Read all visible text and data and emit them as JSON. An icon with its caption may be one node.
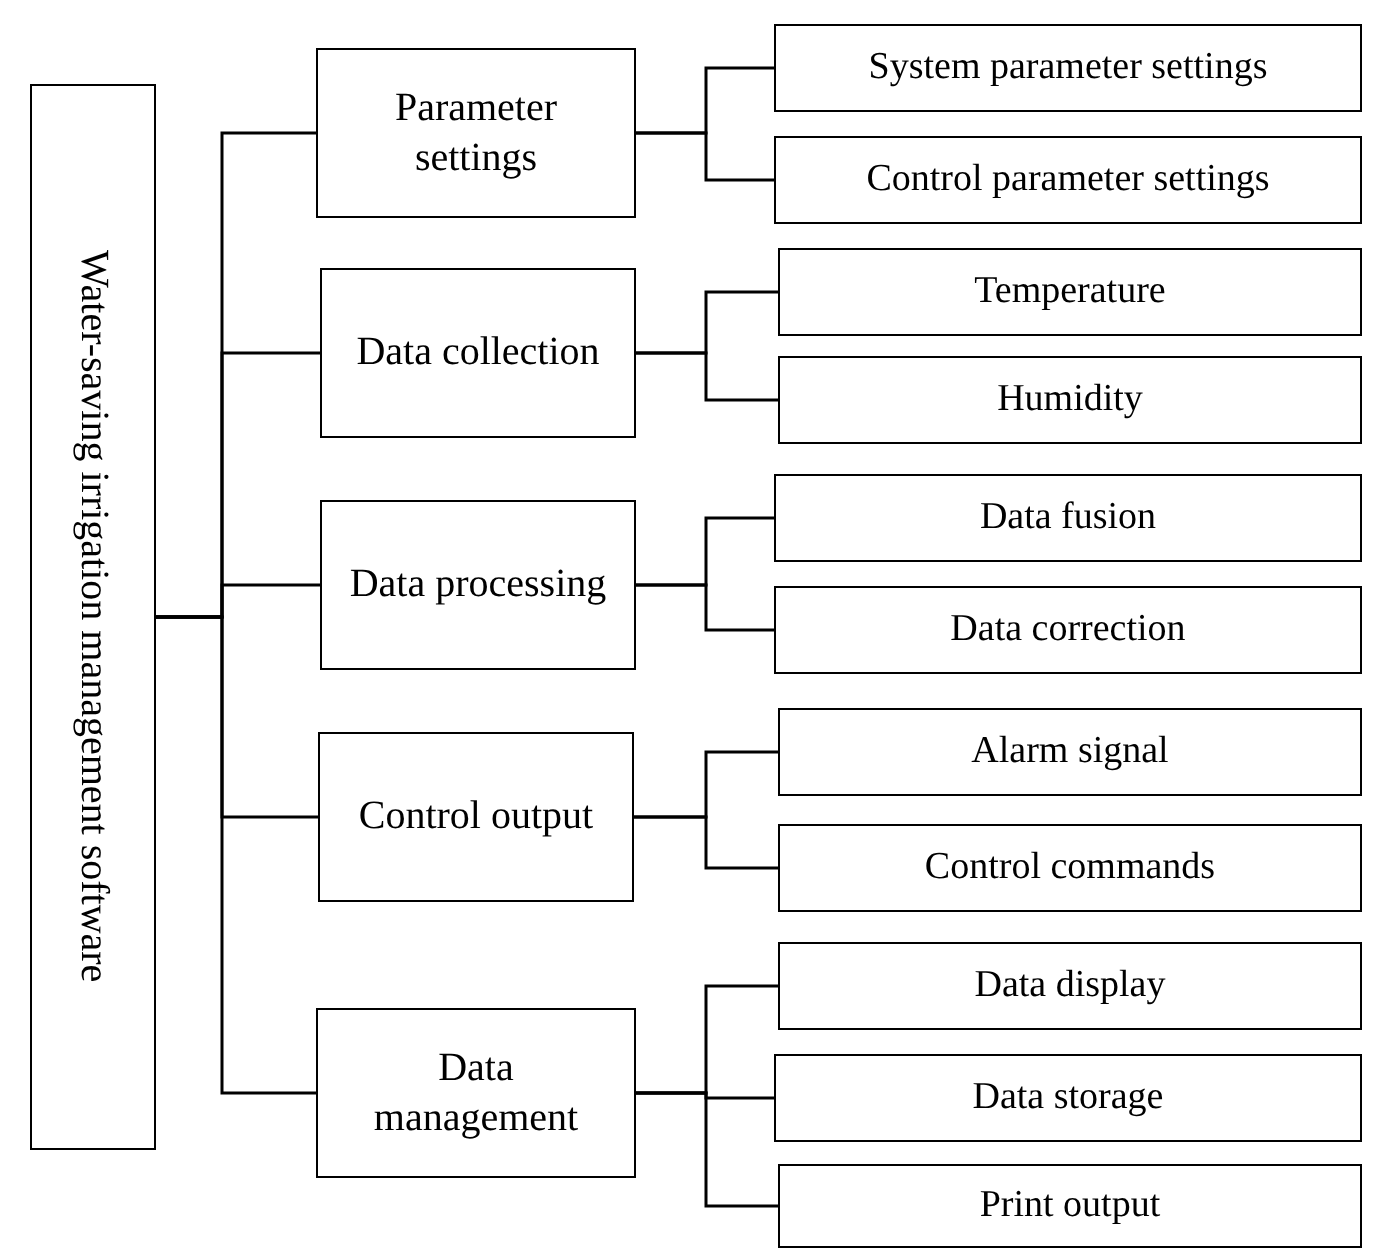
{
  "diagram": {
    "nodes": [
      {
        "text": [
          "Water-saving irrigation management software"
        ]
      },
      {
        "text": [
          "Parameter settings"
        ]
      },
      {
        "text": [
          "Data collection"
        ]
      },
      {
        "text": [
          "Data processing"
        ]
      },
      {
        "text": [
          "Control output"
        ]
      },
      {
        "text": [
          "Data management"
        ]
      },
      {
        "text": [
          "System parameter settings"
        ]
      },
      {
        "text": [
          "Control parameter settings"
        ]
      },
      {
        "text": [
          "Temperature"
        ]
      },
      {
        "text": [
          "Humidity"
        ]
      },
      {
        "text": [
          "Data fusion"
        ]
      },
      {
        "text": [
          "Data correction"
        ]
      },
      {
        "text": [
          "Alarm signal"
        ]
      },
      {
        "text": [
          "Control commands"
        ]
      },
      {
        "text": [
          "Data display"
        ]
      },
      {
        "text": [
          "Data storage"
        ]
      },
      {
        "text": [
          "Print output"
        ]
      }
    ],
    "edges": [
      {
        "from": 0,
        "to": 1,
        "arrow": "none"
      },
      {
        "from": 0,
        "to": 2,
        "arrow": "none"
      },
      {
        "from": 0,
        "to": 3,
        "arrow": "none"
      },
      {
        "from": 0,
        "to": 4,
        "arrow": "none"
      },
      {
        "from": 0,
        "to": 5,
        "arrow": "none"
      },
      {
        "from": 1,
        "to": 6,
        "arrow": "none"
      },
      {
        "from": 1,
        "to": 7,
        "arrow": "none"
      },
      {
        "from": 2,
        "to": 8,
        "arrow": "none"
      },
      {
        "from": 2,
        "to": 9,
        "arrow": "none"
      },
      {
        "from": 3,
        "to": 10,
        "arrow": "none"
      },
      {
        "from": 3,
        "to": 11,
        "arrow": "none"
      },
      {
        "from": 4,
        "to": 12,
        "arrow": "none"
      },
      {
        "from": 4,
        "to": 13,
        "arrow": "none"
      },
      {
        "from": 5,
        "to": 14,
        "arrow": "none"
      },
      {
        "from": 5,
        "to": 15,
        "arrow": "none"
      },
      {
        "from": 5,
        "to": 16,
        "arrow": "none"
      }
    ]
  }
}
